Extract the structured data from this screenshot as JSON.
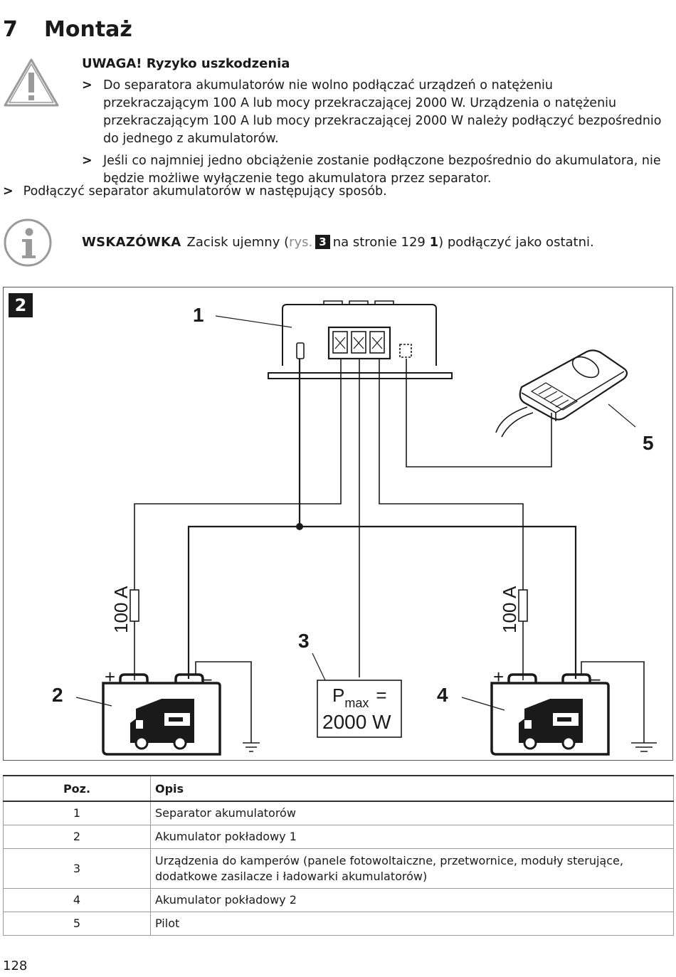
{
  "heading": {
    "number": "7",
    "title": "Montaż"
  },
  "warning": {
    "title": "UWAGA! Ryzyko uszkodzenia",
    "bullet_symbol": ">",
    "items": [
      "Do separatora akumulatorów nie wolno podłączać urządzeń o natężeniu przekraczającym 100 A lub mocy przekraczającej 2000 W. Urządzenia o natężeniu przekraczającym 100 A lub mocy przekraczającej 2000 W należy podłączyć bezpośrednio do jednego z akumulatorów.",
      "Jeśli co najmniej jedno obciążenie zostanie podłączone bezpośrednio do akumulatora, nie będzie możliwe wyłączenie tego akumulatora przez separator."
    ],
    "icon": "warning-triangle-icon"
  },
  "step": {
    "bullet_symbol": ">",
    "text": "Podłączyć separator akumulatorów w następujący sposób."
  },
  "note": {
    "icon": "info-icon",
    "label": "WSKAZÓWKA",
    "text_before": "Zacisk ujemny (",
    "ref_prefix": "rys.",
    "ref_figure": "3",
    "text_mid": "na stronie 129",
    "ref_item": "1",
    "text_after": ") podłączyć jako ostatni."
  },
  "figure": {
    "badge": "2",
    "callouts": [
      "1",
      "2",
      "3",
      "4",
      "5"
    ],
    "fuse_label": "100 A",
    "plus": "+",
    "minus": "–",
    "load_p": "P",
    "load_sub": "max",
    "load_eq": "=",
    "load_value": "2000 W"
  },
  "table": {
    "headers": [
      "Poz.",
      "Opis"
    ],
    "rows": [
      {
        "pos": "1",
        "desc": "Separator akumulatorów"
      },
      {
        "pos": "2",
        "desc": "Akumulator pokładowy 1"
      },
      {
        "pos": "3",
        "desc": "Urządzenia do kamperów (panele fotowoltaiczne, przetwornice, moduły sterujące, dodatkowe zasilacze i ładowarki akumulatorów)"
      },
      {
        "pos": "4",
        "desc": "Akumulator pokładowy 2"
      },
      {
        "pos": "5",
        "desc": "Pilot"
      }
    ]
  },
  "page_number": "128"
}
